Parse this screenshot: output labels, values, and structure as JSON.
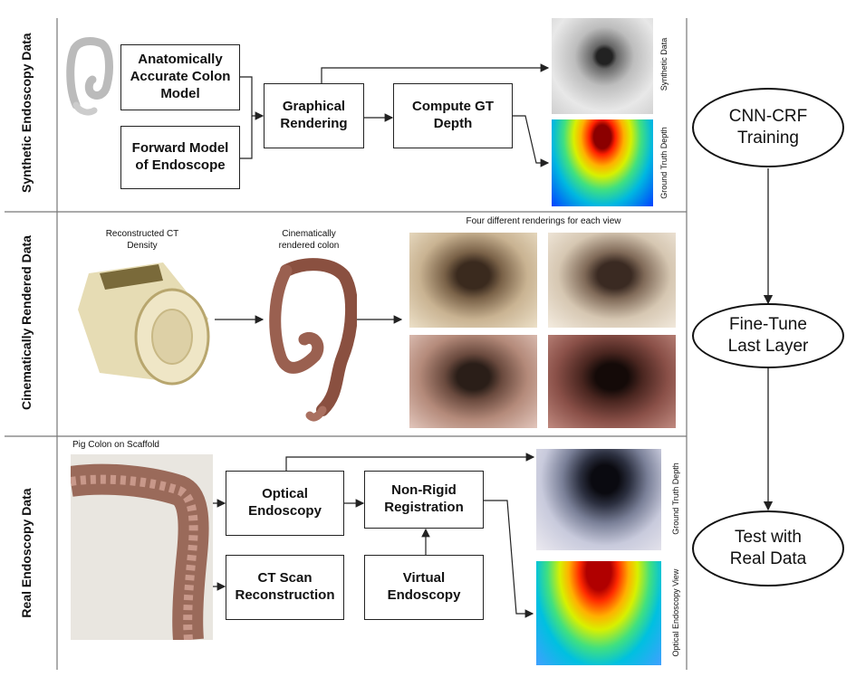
{
  "sections": {
    "synthetic": "Synthetic Endoscopy Data",
    "cinematic": "Cinematically Rendered Data",
    "real": "Real Endoscopy Data"
  },
  "synthetic": {
    "box_colon": "Anatomically\nAccurate Colon\nModel",
    "box_forward": "Forward Model\nof Endoscope",
    "box_render": "Graphical\nRendering",
    "box_gt": "Compute GT\nDepth",
    "label_synthetic": "Synthetic Data",
    "label_gtdepth": "Ground Truth Depth"
  },
  "cinematic": {
    "label_ct": "Reconstructed CT\nDensity",
    "label_colon": "Cinematically\nrendered colon",
    "label_four": "Four different renderings for each view"
  },
  "real": {
    "label_pig": "Pig Colon on Scaffold",
    "box_optical": "Optical\nEndoscopy",
    "box_nonrigid": "Non-Rigid\nRegistration",
    "box_ctscan": "CT Scan\nReconstruction",
    "box_virtual": "Virtual\nEndoscopy",
    "label_gtdepth": "Ground Truth Depth",
    "label_optical_view": "Optical Endoscopy View"
  },
  "stages": {
    "train": "CNN-CRF\nTraining",
    "finetune": "Fine-Tune\nLast Layer",
    "test": "Test with\nReal Data"
  }
}
